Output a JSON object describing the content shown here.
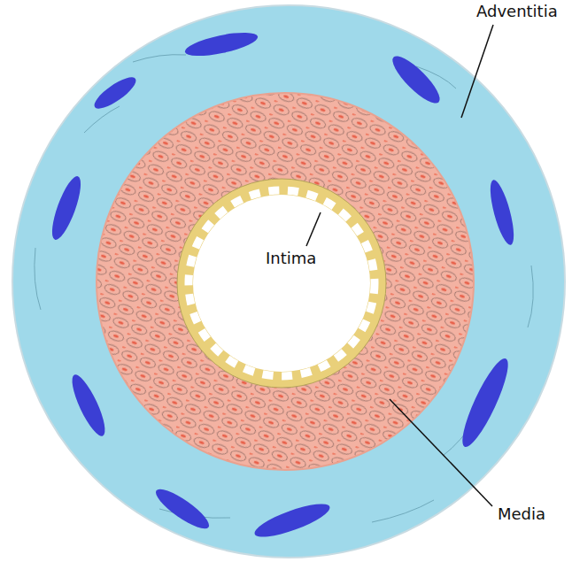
{
  "diagram": {
    "labels": [
      "Adventitia",
      "Intima",
      "Media"
    ]
  }
}
